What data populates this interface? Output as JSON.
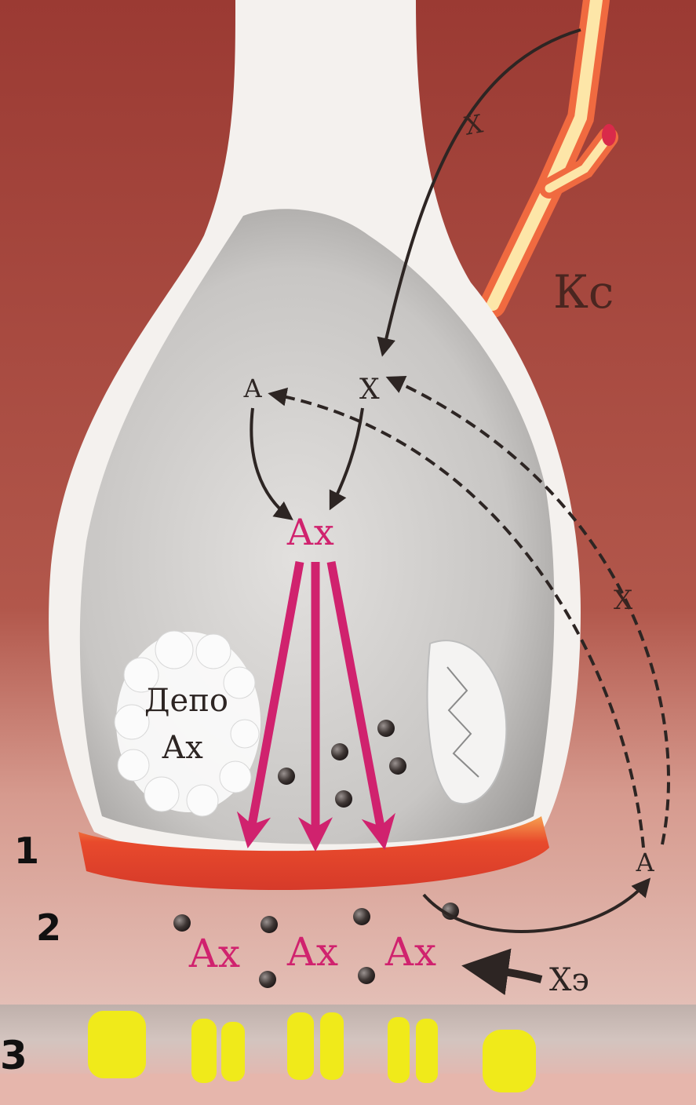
{
  "labels": {
    "capillary": "Кс",
    "choline_top": "Х",
    "choline_mid": "Х",
    "acetate_mid": "А",
    "acetylcholine_center": "Ах",
    "depot_line1": "Депо",
    "depot_line2": "Ах",
    "choline_right": "Х",
    "acetate_right": "А",
    "cholinesterase": "Хэ",
    "cleft_ax_1": "Ах",
    "cleft_ax_2": "Ах",
    "cleft_ax_3": "Ах"
  },
  "numbers": {
    "n1": "1",
    "n2": "2",
    "n3": "3"
  },
  "colors": {
    "background_top": "#a2403a",
    "background_bottom": "#e9c0b8",
    "terminal_wall": "#f4f1ee",
    "terminal_interior": "#c9c7c5",
    "presynaptic_membrane": "#e8502e",
    "acetylcholine_text": "#d0226e",
    "arrow_dark": "#2d2523",
    "receptor_yellow": "#f0ea1a",
    "postsynaptic_band": "#c9b6b0",
    "capillary_core": "#fde6a8",
    "capillary_edge": "#f06a40"
  }
}
